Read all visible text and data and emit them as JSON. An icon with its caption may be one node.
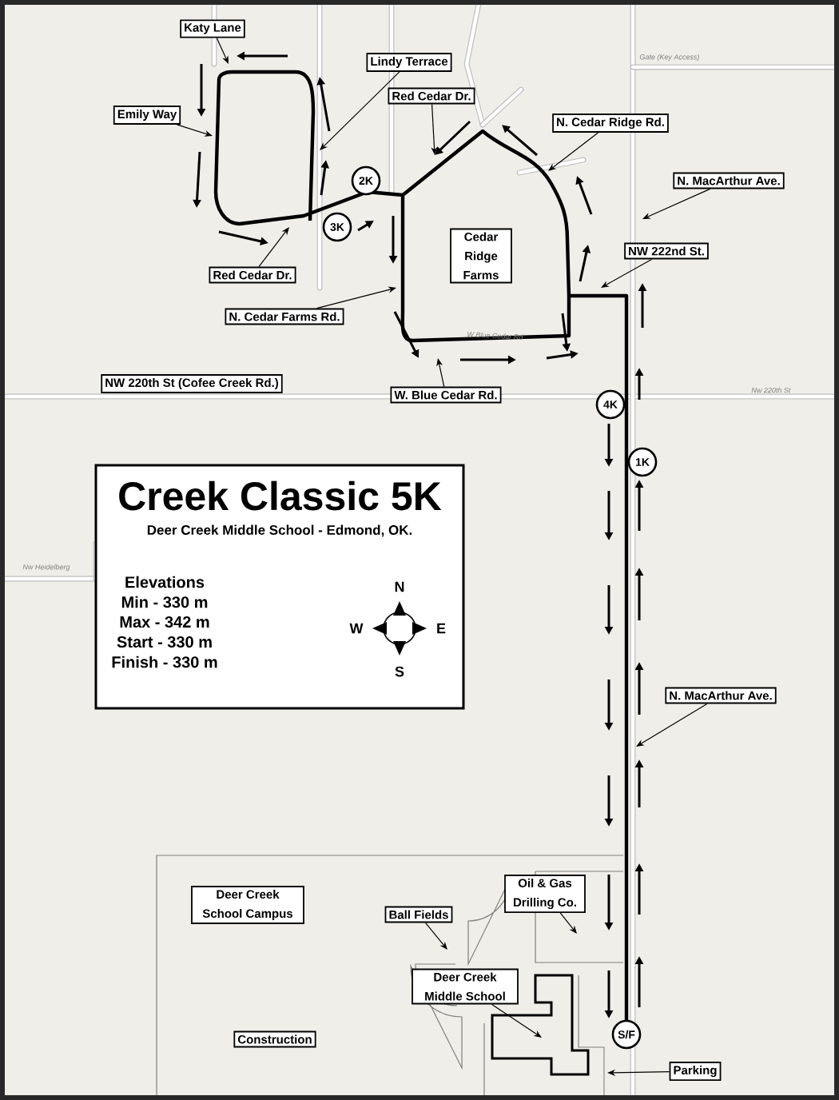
{
  "diagram": {
    "nodes": [
      {
        "text": [
          "Katy Lane"
        ]
      },
      {
        "text": [
          "Lindy Terrace"
        ]
      },
      {
        "text": [
          "Emily Way"
        ]
      },
      {
        "text": [
          "Red Cedar Dr."
        ]
      },
      {
        "text": [
          "N. Cedar Ridge Rd."
        ]
      },
      {
        "text": [
          "N. MacArthur Ave."
        ]
      },
      {
        "text": [
          "Cedar Ridge Farms"
        ]
      },
      {
        "text": [
          "NW 222nd St."
        ]
      },
      {
        "text": [
          "2K"
        ]
      },
      {
        "text": [
          "3K"
        ]
      },
      {
        "text": [
          "N. Cedar Farms Rd."
        ]
      },
      {
        "text": [
          "Red Cedar Dr."
        ]
      },
      {
        "text": [
          "W. Blue Cedar Rd."
        ]
      },
      {
        "text": [
          "NW 220th St (Cofee Creek Rd.)"
        ]
      },
      {
        "text": [
          "4K"
        ]
      },
      {
        "text": [
          "1K"
        ]
      },
      {
        "text": [
          "Creek Classic 5K",
          "Deer Creek Middle School - Edmond, OK.",
          "Elevations",
          "Min - 330 m",
          "Max - 342 m",
          "Start - 330 m",
          "Finish - 330 m"
        ]
      },
      {
        "text": [
          "N. MacArthur Ave."
        ]
      },
      {
        "text": [
          "Deer Creek School Campus"
        ]
      },
      {
        "text": [
          "Oil & Gas Drilling Co."
        ]
      },
      {
        "text": [
          "Ball Fields"
        ]
      },
      {
        "text": [
          "Deer Creek Middle School"
        ]
      },
      {
        "text": [
          "Construction"
        ]
      },
      {
        "text": [
          "S/F"
        ]
      },
      {
        "text": [
          "Parking"
        ]
      }
    ],
    "edges": [
      {
        "from": 0,
        "to": null,
        "arrow": "to"
      },
      {
        "from": 1,
        "to": null,
        "arrow": "to"
      },
      {
        "from": 2,
        "to": null,
        "arrow": "to"
      },
      {
        "from": 3,
        "to": null,
        "arrow": "to"
      },
      {
        "from": 4,
        "to": null,
        "arrow": "to"
      },
      {
        "from": 5,
        "to": null,
        "arrow": "to"
      },
      {
        "from": 7,
        "to": null,
        "arrow": "to"
      },
      {
        "from": 10,
        "to": null,
        "arrow": "to"
      },
      {
        "from": 11,
        "to": null,
        "arrow": "to"
      },
      {
        "from": 12,
        "to": null,
        "arrow": "to"
      },
      {
        "from": 17,
        "to": null,
        "arrow": "to"
      },
      {
        "from": 19,
        "to": null,
        "arrow": "to"
      },
      {
        "from": 20,
        "to": null,
        "arrow": "to"
      },
      {
        "from": 21,
        "to": null,
        "arrow": "to"
      },
      {
        "from": 24,
        "to": null,
        "arrow": "to"
      }
    ],
    "labels": [
      "N",
      "W",
      "E",
      "S",
      "Gate (Key Access)",
      "W Blue Cedar Rd",
      "Nw 220th St",
      "Nw Heidelberg"
    ]
  }
}
